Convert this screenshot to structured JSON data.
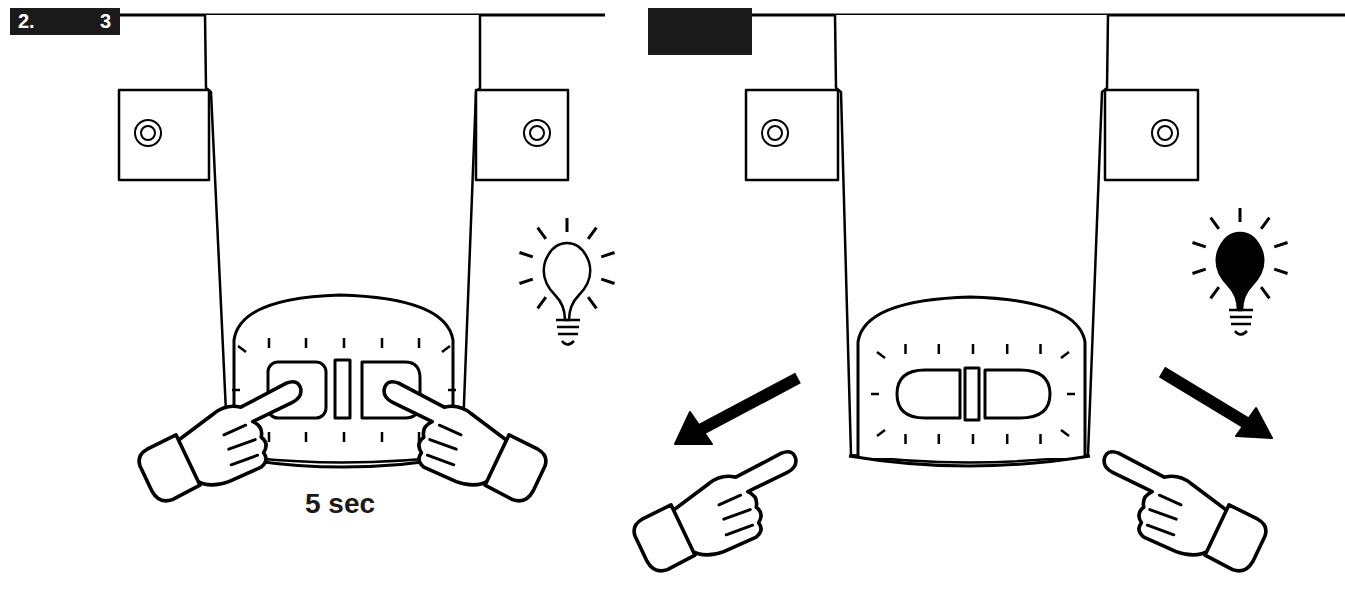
{
  "diagram": {
    "labels": [
      "2.",
      "3",
      "5 sec"
    ]
  }
}
